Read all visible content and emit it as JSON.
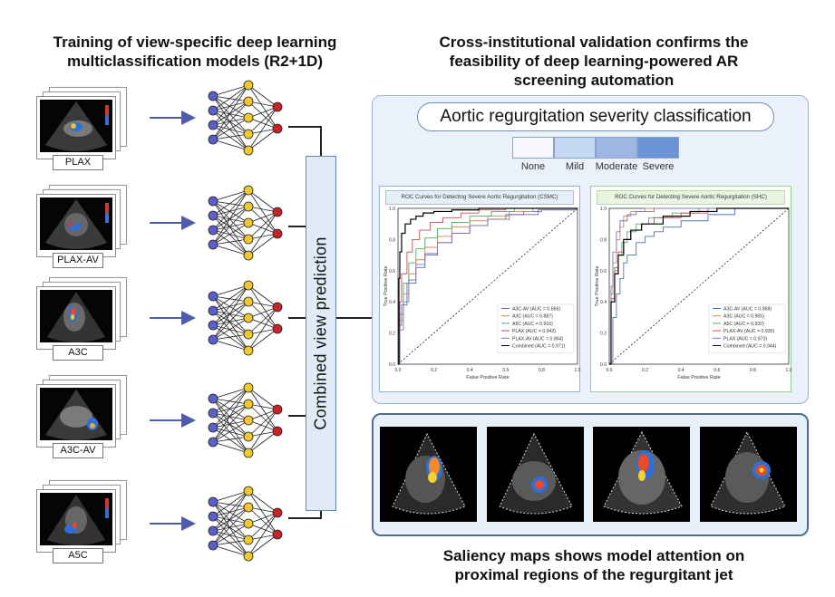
{
  "left_heading": {
    "line1": "Training of view-specific deep learning",
    "line2": "multiclassification models (R2+1D)"
  },
  "right_heading": {
    "line1": "Cross-institutional validation confirms the",
    "line2": "feasibility of deep learning-powered AR",
    "line3": "screening automation"
  },
  "views": [
    "PLAX",
    "PLAX-AV",
    "A3C",
    "A3C-AV",
    "A5C"
  ],
  "combined_label": "Combined view  prediction",
  "severity": {
    "title": "Aortic regurgitation severity classification",
    "levels": [
      {
        "label": "None",
        "color": "#f6f8fd"
      },
      {
        "label": "Mild",
        "color": "#c3d8f3"
      },
      {
        "label": "Moderate",
        "color": "#9fb6e4"
      },
      {
        "label": "Severe",
        "color": "#6c93d6"
      }
    ]
  },
  "colors": {
    "node_blue": "#5b5fc7",
    "node_yellow": "#f3c72e",
    "node_red": "#c9232a",
    "arrow": "#4e5dab"
  },
  "chart_data": [
    {
      "type": "line",
      "title": "ROC Curves for Detecting Severe Aortic Regurgitation (CSMC)",
      "xlabel": "False Positive Rate",
      "ylabel": "True Positive Rate",
      "xlim": [
        0,
        1
      ],
      "ylim": [
        0,
        1
      ],
      "xticks": [
        "0.0",
        "0.2",
        "0.4",
        "0.6",
        "0.8",
        "1.0"
      ],
      "yticks": [
        "0.0",
        "0.2",
        "0.4",
        "0.6",
        "0.8",
        "1.0"
      ],
      "legend_position": "bottom-right",
      "series": [
        {
          "name": "A3C-AV (AUC = 0.866)",
          "color": "#4c72b0",
          "x": [
            0,
            0.01,
            0.02,
            0.05,
            0.1,
            0.15,
            0.22,
            0.3,
            0.4,
            0.5,
            0.6,
            0.7,
            0.8,
            1.0
          ],
          "y": [
            0,
            0.25,
            0.38,
            0.52,
            0.62,
            0.7,
            0.78,
            0.84,
            0.89,
            0.93,
            0.96,
            0.98,
            0.99,
            1.0
          ]
        },
        {
          "name": "A3C (AUC = 0.887)",
          "color": "#dd8452",
          "x": [
            0,
            0.01,
            0.03,
            0.06,
            0.1,
            0.15,
            0.22,
            0.3,
            0.4,
            0.5,
            0.62,
            0.75,
            1.0
          ],
          "y": [
            0,
            0.28,
            0.45,
            0.58,
            0.67,
            0.75,
            0.82,
            0.88,
            0.92,
            0.95,
            0.98,
            1.0,
            1.0
          ]
        },
        {
          "name": "A5C (AUC = 0.916)",
          "color": "#55a868",
          "x": [
            0,
            0.01,
            0.03,
            0.06,
            0.1,
            0.15,
            0.22,
            0.3,
            0.4,
            0.52,
            0.65,
            1.0
          ],
          "y": [
            0,
            0.32,
            0.52,
            0.65,
            0.74,
            0.81,
            0.87,
            0.91,
            0.95,
            0.98,
            1.0,
            1.0
          ]
        },
        {
          "name": "PLAX (AUC = 0.942)",
          "color": "#c44e52",
          "x": [
            0,
            0.01,
            0.02,
            0.05,
            0.08,
            0.12,
            0.18,
            0.25,
            0.35,
            0.45,
            0.6,
            1.0
          ],
          "y": [
            0,
            0.4,
            0.58,
            0.72,
            0.8,
            0.86,
            0.91,
            0.94,
            0.97,
            0.99,
            1.0,
            1.0
          ]
        },
        {
          "name": "PLAX-AV (AUC = 0.864)",
          "color": "#8172b3",
          "x": [
            0,
            0.01,
            0.03,
            0.06,
            0.1,
            0.15,
            0.22,
            0.3,
            0.4,
            0.5,
            0.62,
            0.78,
            1.0
          ],
          "y": [
            0,
            0.22,
            0.4,
            0.54,
            0.64,
            0.71,
            0.78,
            0.84,
            0.89,
            0.93,
            0.96,
            0.99,
            1.0
          ]
        },
        {
          "name": "Combined (AUC = 0.971)",
          "color": "#000000",
          "x": [
            0,
            0.005,
            0.01,
            0.02,
            0.04,
            0.07,
            0.1,
            0.14,
            0.2,
            0.3,
            0.45,
            1.0
          ],
          "y": [
            0,
            0.55,
            0.72,
            0.84,
            0.9,
            0.93,
            0.95,
            0.97,
            0.98,
            0.99,
            1.0,
            1.0
          ]
        }
      ]
    },
    {
      "type": "line",
      "title": "ROC Curves for Detecting Severe Aortic Regurgitation (SHC)",
      "xlabel": "False Positive Rate",
      "ylabel": "True Positive Rate",
      "xlim": [
        0,
        1
      ],
      "ylim": [
        0,
        1
      ],
      "xticks": [
        "0.0",
        "0.2",
        "0.4",
        "0.6",
        "0.8",
        "1.0"
      ],
      "yticks": [
        "0.0",
        "0.2",
        "0.4",
        "0.6",
        "0.8",
        "1.0"
      ],
      "legend_position": "bottom-right",
      "series": [
        {
          "name": "A3C-AV (AUC = 0.868)",
          "color": "#4c72b0",
          "x": [
            0,
            0.02,
            0.04,
            0.06,
            0.08,
            0.1,
            0.15,
            0.2,
            0.25,
            0.3,
            0.4,
            0.55,
            0.7,
            1.0
          ],
          "y": [
            0,
            0.3,
            0.45,
            0.55,
            0.65,
            0.7,
            0.78,
            0.82,
            0.85,
            0.88,
            0.92,
            0.96,
            1.0,
            1.0
          ]
        },
        {
          "name": "A3C (AUC = 0.965)",
          "color": "#dd8452",
          "x": [
            0,
            0.01,
            0.02,
            0.04,
            0.06,
            0.08,
            0.12,
            0.2,
            0.3,
            1.0
          ],
          "y": [
            0,
            0.45,
            0.65,
            0.8,
            0.88,
            0.95,
            0.98,
            1.0,
            1.0,
            1.0
          ]
        },
        {
          "name": "A5C (AUC = 0.920)",
          "color": "#55a868",
          "x": [
            0,
            0.01,
            0.03,
            0.05,
            0.07,
            0.1,
            0.15,
            0.22,
            0.35,
            0.5,
            1.0
          ],
          "y": [
            0,
            0.4,
            0.6,
            0.7,
            0.78,
            0.85,
            0.9,
            0.94,
            0.97,
            1.0,
            1.0
          ]
        },
        {
          "name": "PLAX-AV (AUC = 0.930)",
          "color": "#c44e52",
          "x": [
            0,
            0.01,
            0.03,
            0.05,
            0.08,
            0.12,
            0.18,
            0.25,
            0.4,
            0.55,
            1.0
          ],
          "y": [
            0,
            0.42,
            0.62,
            0.72,
            0.8,
            0.86,
            0.9,
            0.94,
            0.97,
            1.0,
            1.0
          ]
        },
        {
          "name": "PLAX (AUC = 0.973)",
          "color": "#8172b3",
          "x": [
            0,
            0.01,
            0.02,
            0.04,
            0.06,
            0.1,
            0.15,
            0.25,
            1.0
          ],
          "y": [
            0,
            0.5,
            0.72,
            0.85,
            0.92,
            0.96,
            0.98,
            1.0,
            1.0
          ]
        },
        {
          "name": "Combined (AUC = 0.944)",
          "color": "#000000",
          "x": [
            0,
            0.01,
            0.03,
            0.05,
            0.08,
            0.12,
            0.18,
            0.3,
            0.45,
            0.6,
            1.0
          ],
          "y": [
            0,
            0.4,
            0.58,
            0.7,
            0.8,
            0.86,
            0.9,
            0.95,
            0.98,
            1.0,
            1.0
          ]
        }
      ]
    }
  ],
  "caption": {
    "line1": "Saliency maps shows model attention on",
    "line2": "proximal regions of the regurgitant jet"
  }
}
